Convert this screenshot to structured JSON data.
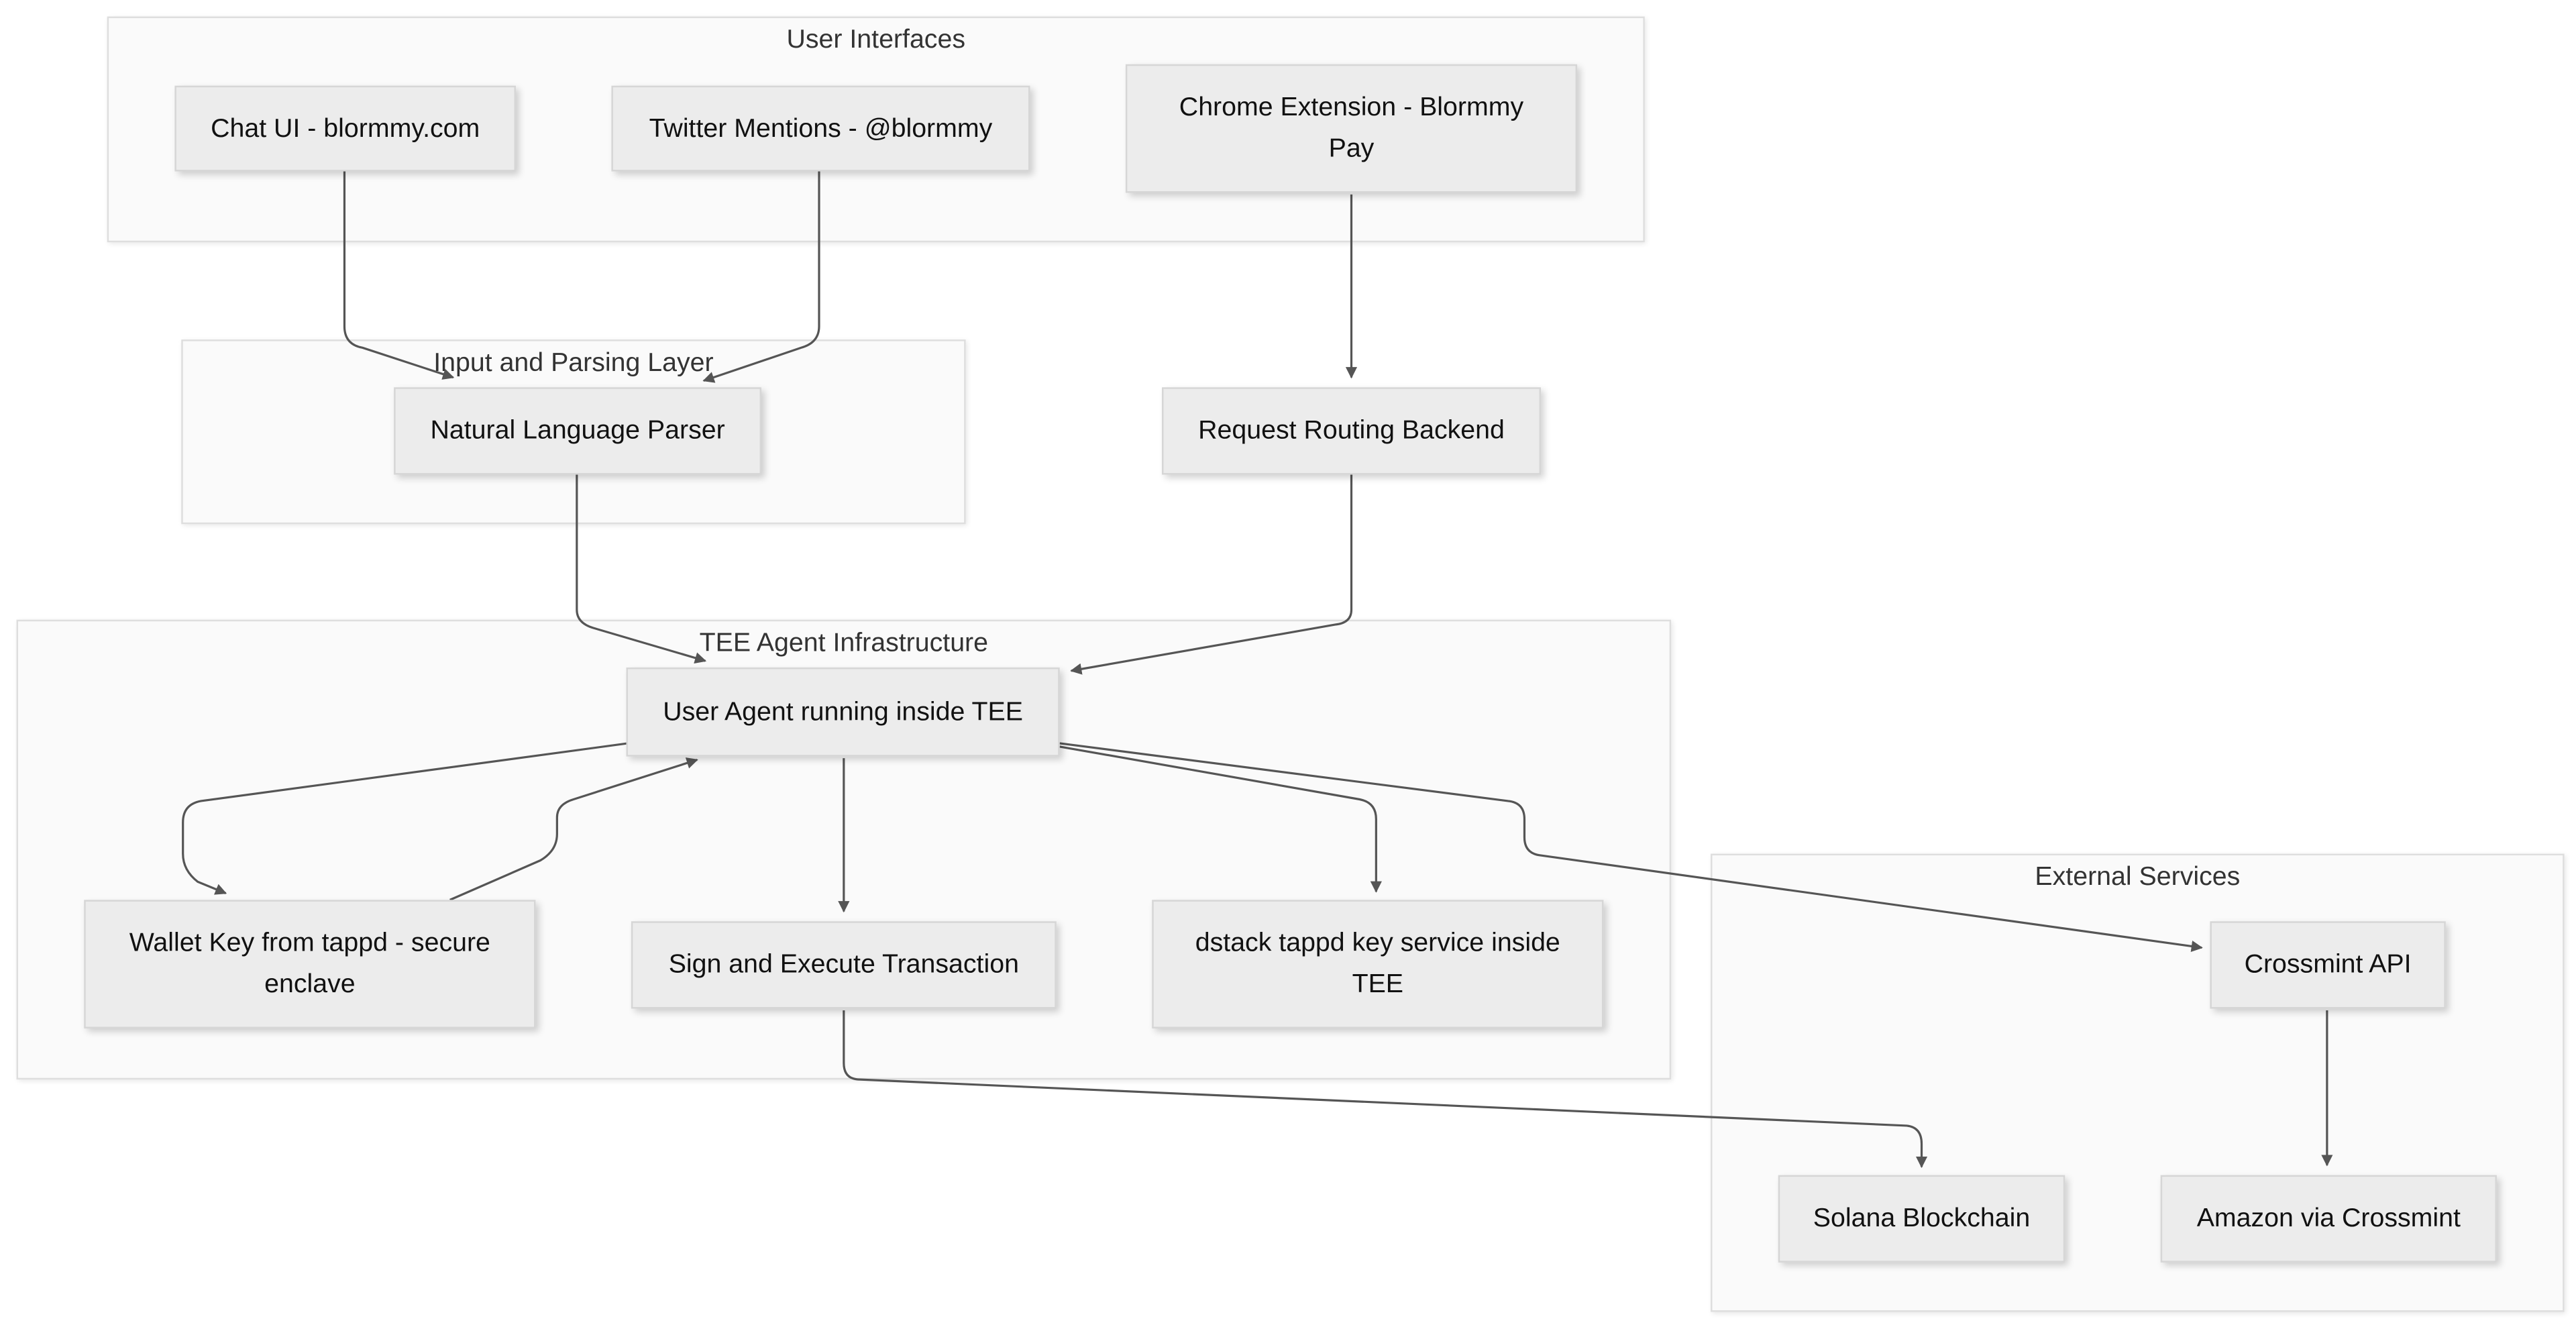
{
  "clusters": {
    "user_interfaces": "User Interfaces",
    "input_parsing": "Input and Parsing Layer",
    "tee_infra": "TEE Agent Infrastructure",
    "external_services": "External Services"
  },
  "nodes": {
    "chat_ui": "Chat UI - blormmy.com",
    "twitter": "Twitter Mentions - @blormmy",
    "chrome_ext": "Chrome Extension - Blormmy Pay",
    "nl_parser": "Natural Language Parser",
    "routing": "Request Routing Backend",
    "user_agent": "User Agent running inside TEE",
    "wallet_key": "Wallet Key from tappd - secure enclave",
    "sign_exec": "Sign and Execute Transaction",
    "dstack": "dstack tappd key service inside TEE",
    "crossmint": "Crossmint API",
    "solana": "Solana Blockchain",
    "amazon": "Amazon via Crossmint"
  },
  "colors": {
    "edge": "#555555",
    "cluster_fill": "#fafafa",
    "cluster_border": "#dedede",
    "node_fill": "#ececec",
    "node_border": "#d6d6d6"
  }
}
